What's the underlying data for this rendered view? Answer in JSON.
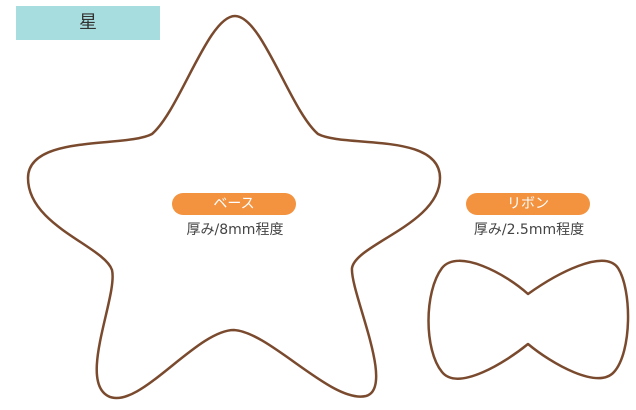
{
  "title": "星",
  "parts": [
    {
      "label": "ベース",
      "thickness": "厚み/8mm程度"
    },
    {
      "label": "リボン",
      "thickness": "厚み/2.5mm程度"
    }
  ],
  "colors": {
    "outline": "#7a4a2e",
    "label_pill": "#f3923f",
    "title_tab": "#a8dde0"
  }
}
